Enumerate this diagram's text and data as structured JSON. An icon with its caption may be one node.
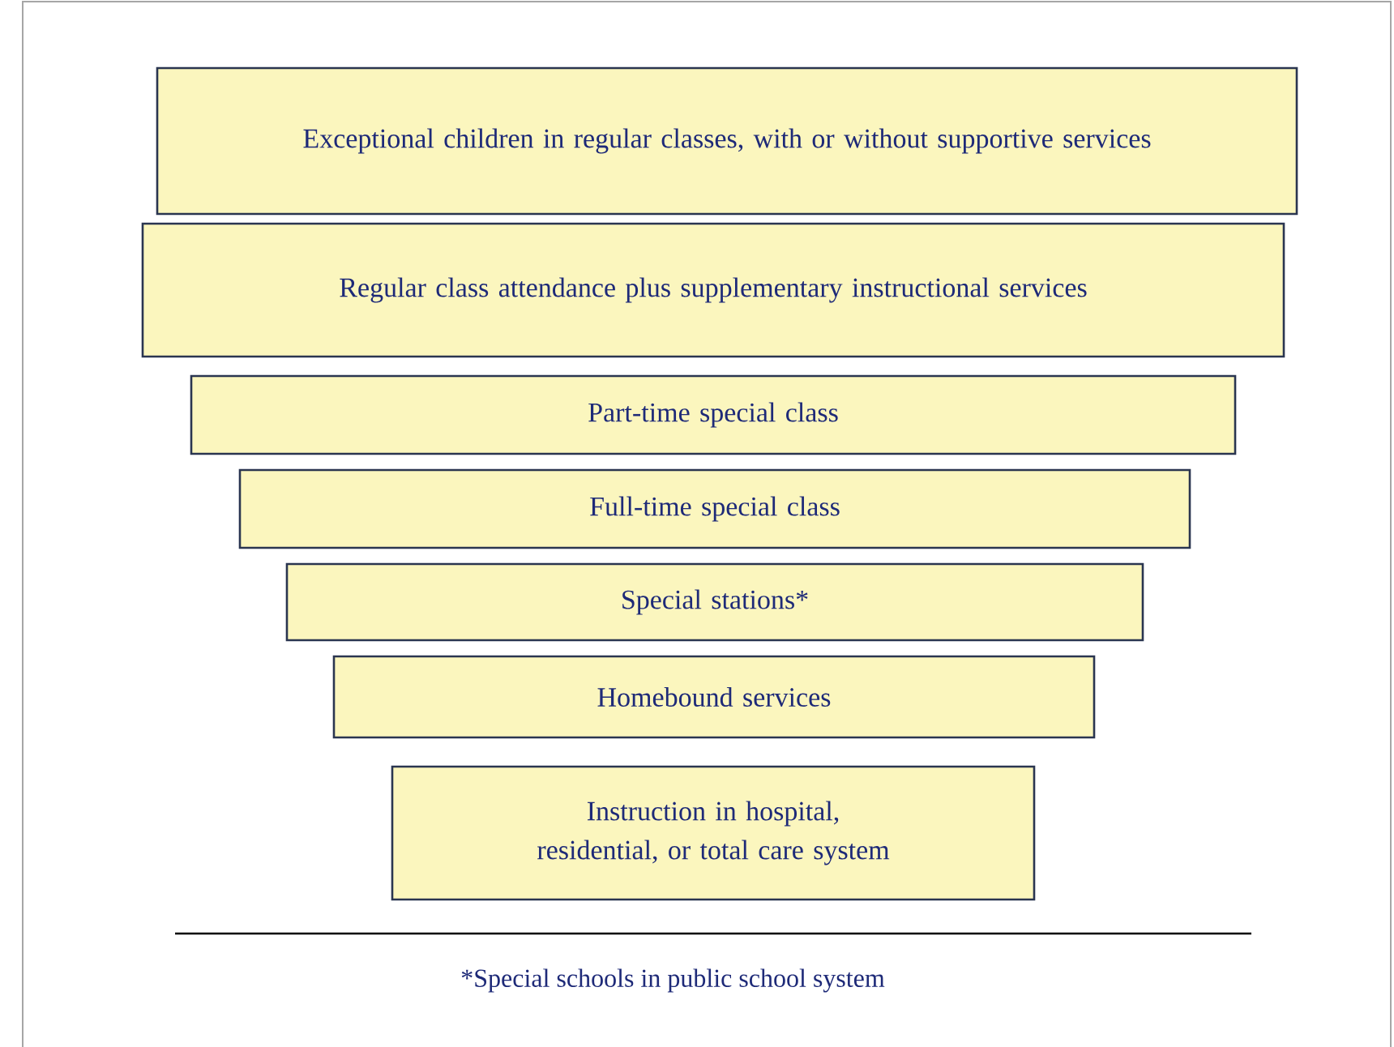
{
  "diagram": {
    "nodes": [
      {
        "text": [
          "Exceptional children in regular classes, with or without supportive services"
        ]
      },
      {
        "text": [
          "Regular class attendance plus supplementary instructional services"
        ]
      },
      {
        "text": [
          "Part-time special class"
        ]
      },
      {
        "text": [
          "Full-time special class"
        ]
      },
      {
        "text": [
          "Special stations*"
        ]
      },
      {
        "text": [
          "Homebound services"
        ]
      },
      {
        "text": [
          "Instruction in hospital, residential, or total care system"
        ]
      }
    ],
    "labels": [
      "*Special schools in public school system"
    ]
  }
}
